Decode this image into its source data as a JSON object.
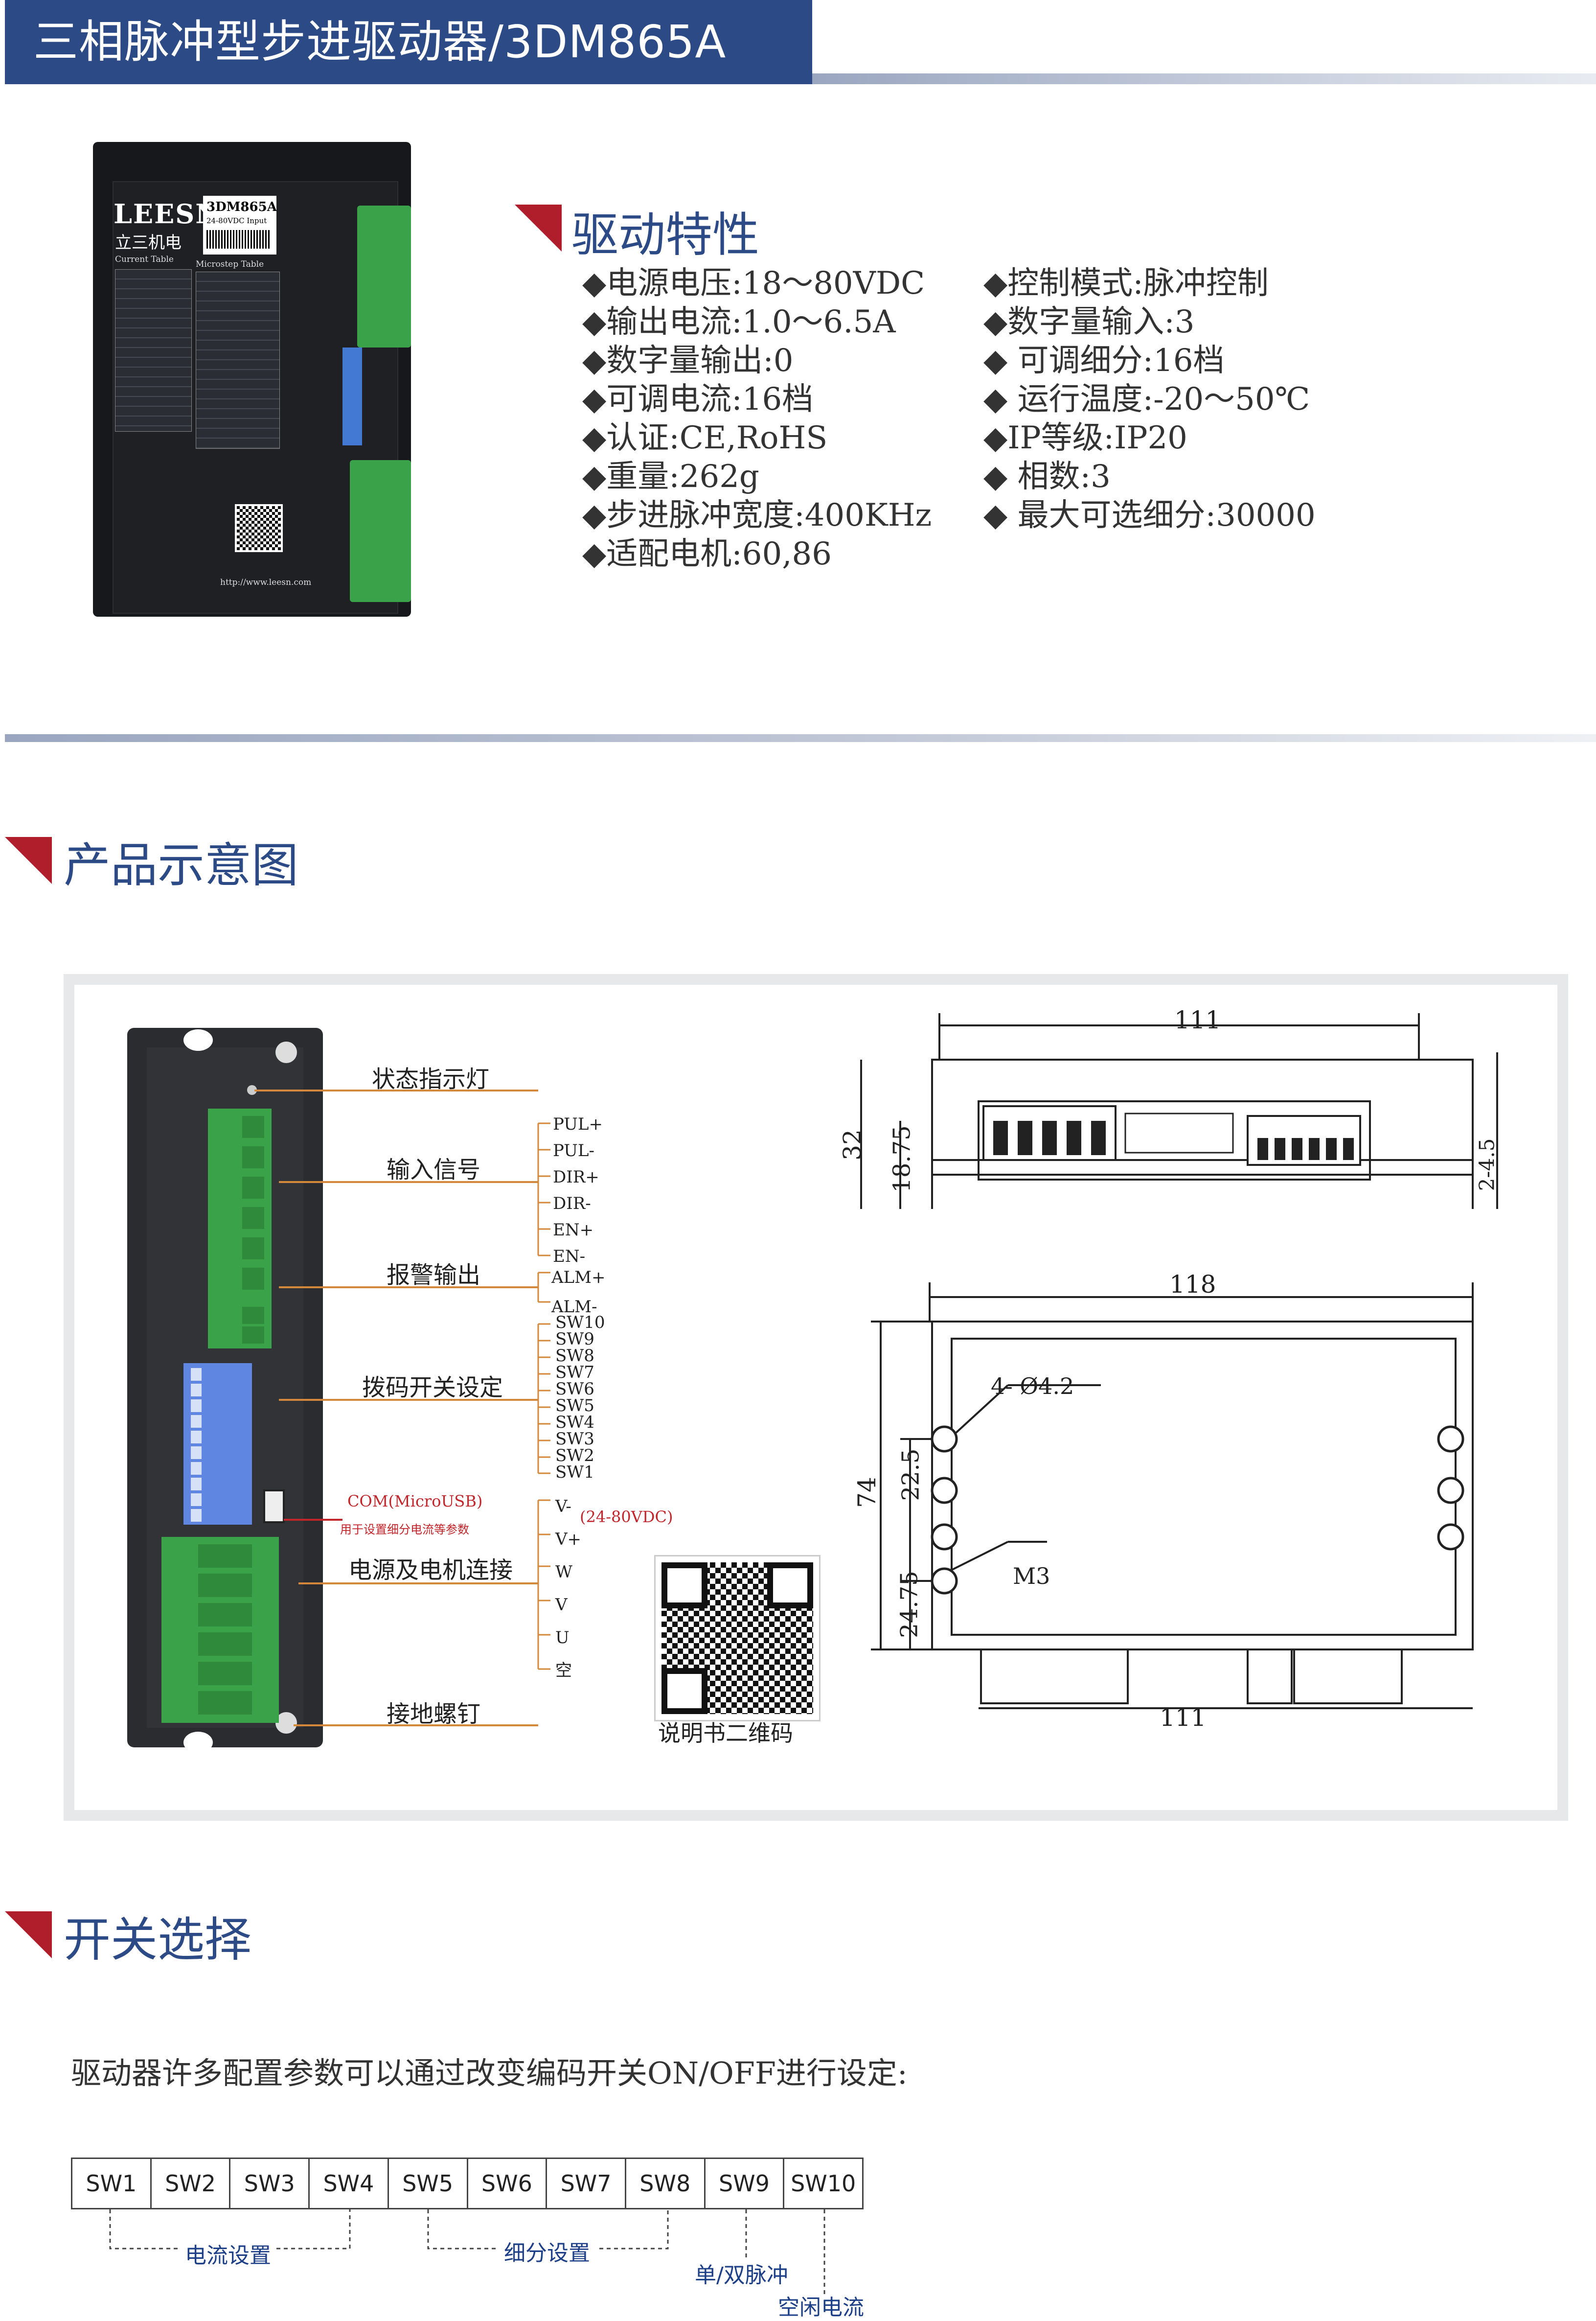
{
  "title": "三相脉冲型步进驱动器/3DM865A",
  "features": {
    "heading": "驱动特性",
    "left": [
      "◆电源电压:18～80VDC",
      "◆输出电流:1.0～6.5A",
      "◆数字量输出:0",
      "◆可调电流:16档",
      "◆认证:CE,RoHS",
      "◆重量:262g",
      "◆步进脉冲宽度:400KHz",
      "◆适配电机:60,86"
    ],
    "right": [
      "◆控制模式:脉冲控制",
      "◆数字量输入:3",
      "◆ 可调细分:16档",
      "◆ 运行温度:-20～50℃",
      "◆IP等级:IP20",
      "◆ 相数:3",
      "◆ 最大可选细分:30000"
    ]
  },
  "photo": {
    "brand": "LEESN",
    "brand_cn": "立三机电",
    "model": "3DM865A",
    "input": "24-80VDC Input",
    "current_table": "Current Table",
    "microstep_table": "Microstep Table",
    "url": "http://www.leesn.com"
  },
  "diagram": {
    "section": "产品示意图",
    "labels": {
      "status_led": "状态指示灯",
      "input_signal": "输入信号",
      "alarm_output": "报警输出",
      "dip_setting": "拨码开关设定",
      "com": "COM(MicroUSB)",
      "com_note": "用于设置细分电流等参数",
      "power_motor": "电源及电机连接",
      "ground": "接地螺钉",
      "qr_caption": "说明书二维码",
      "voltage": "(24-80VDC)"
    },
    "input_pins": [
      "PUL+",
      "PUL-",
      "DIR+",
      "DIR-",
      "EN+",
      "EN-"
    ],
    "alarm_pins": [
      "ALM+",
      "ALM-"
    ],
    "sw_pins": [
      "SW10",
      "SW9",
      "SW8",
      "SW7",
      "SW6",
      "SW5",
      "SW4",
      "SW3",
      "SW2",
      "SW1"
    ],
    "power_pins": [
      "V-",
      "V+",
      "W",
      "V",
      "U",
      "空"
    ],
    "dims": {
      "top_width": "111",
      "h32": "32",
      "h1875": "18.75",
      "h245": "2-4.5",
      "w118": "118",
      "hole": "4- Ø4.2",
      "h74": "74",
      "h225": "22.5",
      "h2475": "24.75",
      "m3": "M3",
      "bottom_width": "111"
    }
  },
  "switches": {
    "section": "开关选择",
    "description": "驱动器许多配置参数可以通过改变编码开关ON/OFF进行设定:",
    "cells": [
      "SW1",
      "SW2",
      "SW3",
      "SW4",
      "SW5",
      "SW6",
      "SW7",
      "SW8",
      "SW9",
      "SW10"
    ],
    "group_current": "电流设置",
    "group_micro": "细分设置",
    "group_pulse": "单/双脉冲",
    "group_idle": "空闲电流"
  },
  "colors": {
    "brand_blue": "#2c4a85",
    "accent_red": "#b01e2c",
    "leader_orange": "#d4883b",
    "terminal_green": "#3aa34a"
  }
}
